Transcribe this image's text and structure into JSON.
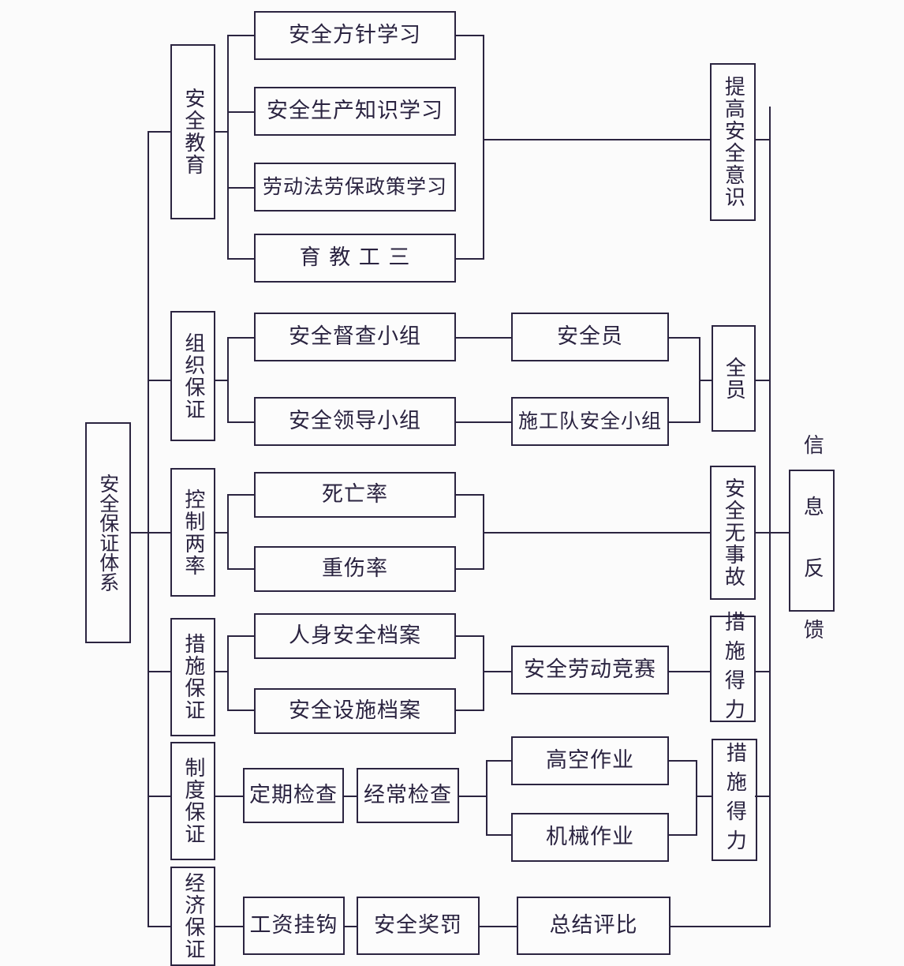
{
  "diagram": {
    "title": "安全保证体系",
    "root": {
      "label": "安全保证体系"
    },
    "branches": [
      {
        "category": "安全教育",
        "items": [
          "安全方针学习",
          "安全生产知识学习",
          "劳动法劳保政策学习",
          "育 教 工 三"
        ],
        "outcome": "提高安全意识"
      },
      {
        "category": "组织保证",
        "items": [
          "安全督查小组",
          "安全领导小组"
        ],
        "items2": [
          "安全员",
          "施工队安全小组"
        ],
        "outcome": "全员"
      },
      {
        "category": "控制两率",
        "items": [
          "死亡率",
          "重伤率"
        ],
        "outcome": "安全无事故"
      },
      {
        "category": "措施保证",
        "items": [
          "人身安全档案",
          "安全设施档案"
        ],
        "items2": [
          "安全劳动竞赛"
        ],
        "outcome": "措施得力"
      },
      {
        "category": "制度保证",
        "items": [
          "定期检查",
          "经常检查"
        ],
        "items2": [
          "高空作业",
          "机械作业"
        ],
        "outcome": "措施得力"
      },
      {
        "category": "经济保证",
        "items": [
          "工资挂钩",
          "安全奖罚",
          "总结评比"
        ],
        "outcome": ""
      }
    ],
    "feedback": {
      "label": "信 息 反 馈"
    },
    "colors": {
      "stroke": "#2b2440",
      "text": "#2a2340",
      "background": "#fbfbfb",
      "node_fill": "#fcfcfc"
    }
  }
}
